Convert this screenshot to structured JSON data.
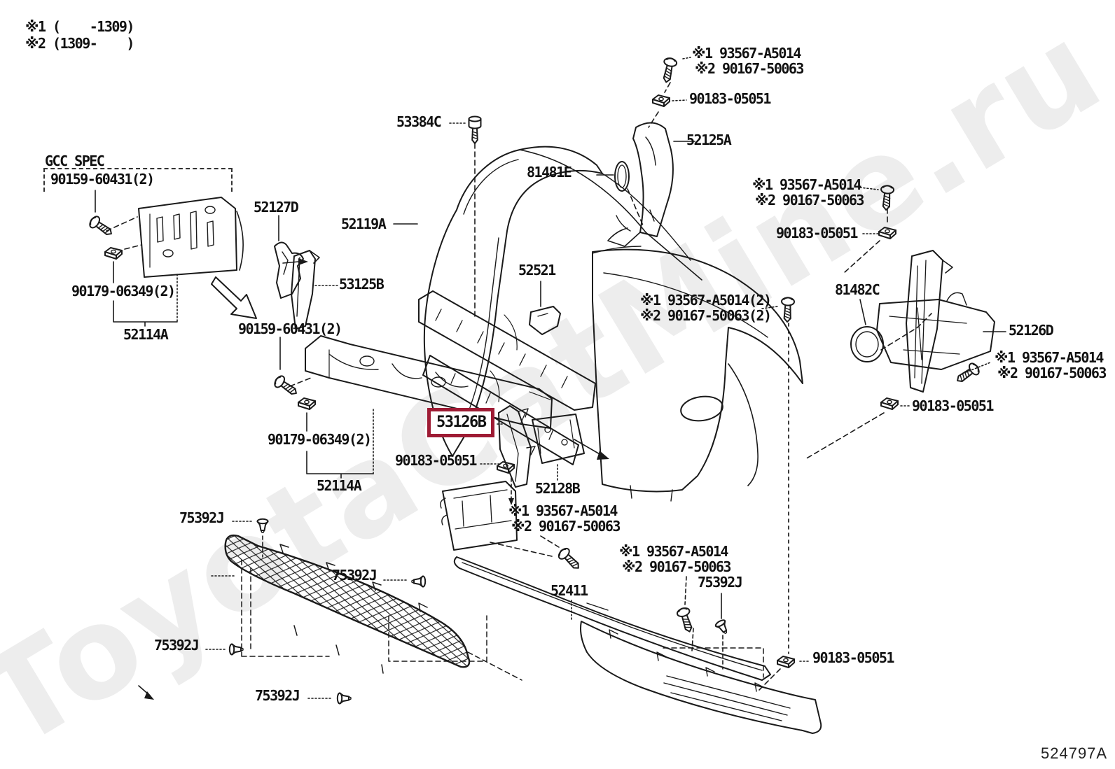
{
  "page": {
    "background": "#ffffff"
  },
  "colors": {
    "line": "#1a1a1a",
    "highlight_box": "#9e1b34",
    "watermark": "#ededed",
    "text": "#111111"
  },
  "watermark": {
    "text": "ToyotaCatMine.ru"
  },
  "diagram_code": "524797A",
  "notes": {
    "note1": "※1 (    -1309)",
    "note2": "※2 (1309-    )"
  },
  "gcc": {
    "title": "GCC SPEC"
  },
  "highlight": {
    "part": "53126B"
  },
  "callouts": {
    "p90159_1": "90159-60431(2)",
    "p90179_1": "90179-06349(2)",
    "p52114_1": "52114A",
    "p52127d": "52127D",
    "p52119a": "52119A",
    "p53125b": "53125B",
    "p90159_2": "90159-60431(2)",
    "p90179_2": "90179-06349(2)",
    "p52114_2": "52114A",
    "p53384c": "53384C",
    "p81481e": "81481E",
    "p52125a": "52125A",
    "fa1": "※1 93567-A5014",
    "fa2": "※2 90167-50063",
    "p90183_1": "90183-05051",
    "fb1": "※1 93567-A5014",
    "fb2": "※2 90167-50063",
    "p90183_2": "90183-05051",
    "p52521": "52521",
    "fc1": "※1 93567-A5014(2)",
    "fc2": "※2 90167-50063(2)",
    "p81482c": "81482C",
    "p52126d": "52126D",
    "fd1": "※1 93567-A5014",
    "fd2": "※2 90167-50063",
    "p90183_3": "90183-05051",
    "p90183_4": "90183-05051",
    "p52128b": "52128B",
    "fe1": "※1 93567-A5014",
    "fe2": "※2 90167-50063",
    "p52411": "52411",
    "ff1": "※1 93567-A5014",
    "ff2": "※2 90167-50063",
    "p75392_t": "75392J",
    "p75392_r": "75392J",
    "p75392_m": "75392J",
    "p75392_l": "75392J",
    "p75392_b": "75392J",
    "p90183_5": "90183-05051"
  }
}
